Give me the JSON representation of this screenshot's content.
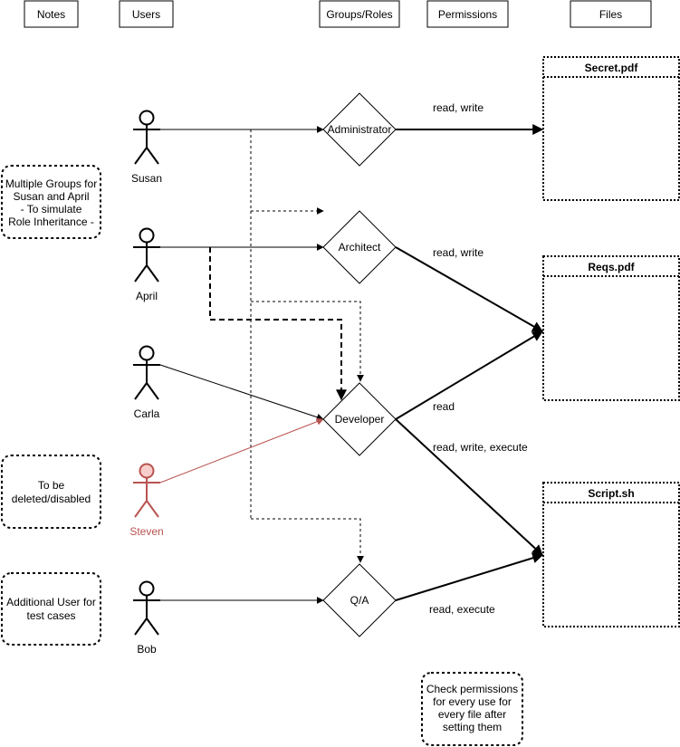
{
  "headers": {
    "notes": "Notes",
    "users": "Users",
    "groups": "Groups/Roles",
    "permissions": "Permissions",
    "files": "Files"
  },
  "users": {
    "susan": "Susan",
    "april": "April",
    "carla": "Carla",
    "steven": "Steven",
    "bob": "Bob"
  },
  "roles": {
    "administrator": "Administrator",
    "architect": "Architect",
    "developer": "Developer",
    "qa": "Q/A"
  },
  "files": {
    "secret": "Secret.pdf",
    "reqs": "Reqs.pdf",
    "script": "Script.sh"
  },
  "permissions": {
    "admin_secret": "read, write",
    "architect_reqs": "read, write",
    "developer_reqs": "read",
    "developer_script": "read, write, execute",
    "qa_script": "read, execute"
  },
  "notes": {
    "groups_line1": "Multiple Groups for",
    "groups_line2": "Susan and April",
    "groups_line3": "- To simulate",
    "groups_line4": "Role Inheritance -",
    "deleted_line1": "To be",
    "deleted_line2": "deleted/disabled",
    "additional_line1": "Additional User for",
    "additional_line2": "test cases",
    "check_line1": "Check permissions",
    "check_line2": "for every use for",
    "check_line3": "every file after",
    "check_line4": "setting them"
  },
  "colors": {
    "line": "#000000",
    "disabled_stroke": "#b85450",
    "disabled_fill": "#f8cecc",
    "disabled_text": "#b85450"
  }
}
